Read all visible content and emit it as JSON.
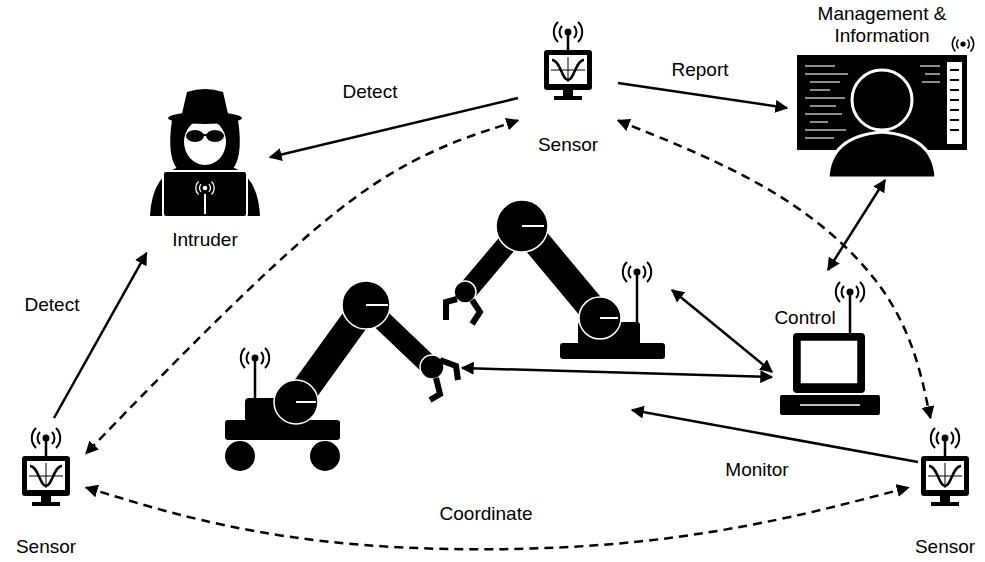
{
  "diagram": {
    "nodes": [
      {
        "text": [
          "Sensor"
        ]
      },
      {
        "text": [
          "Intruder"
        ]
      },
      {
        "text": [
          "Management & Information"
        ]
      },
      {
        "text": [
          "Sensor"
        ]
      },
      {
        "text": [
          "Sensor"
        ]
      }
    ],
    "edges": [
      {
        "from": 0,
        "to": 1,
        "label": "Detect",
        "arrow": "to"
      },
      {
        "from": 0,
        "to": 2,
        "label": "Report",
        "arrow": "to"
      },
      {
        "from": 3,
        "to": 1,
        "label": "Detect",
        "arrow": "to"
      },
      {
        "from": 3,
        "to": 4,
        "label": "Coordinate",
        "arrow": "both"
      },
      {
        "from": 0,
        "to": 3,
        "arrow": "both"
      },
      {
        "from": 0,
        "to": 4,
        "arrow": "both"
      }
    ],
    "labels": [
      "Control",
      "Monitor"
    ]
  }
}
